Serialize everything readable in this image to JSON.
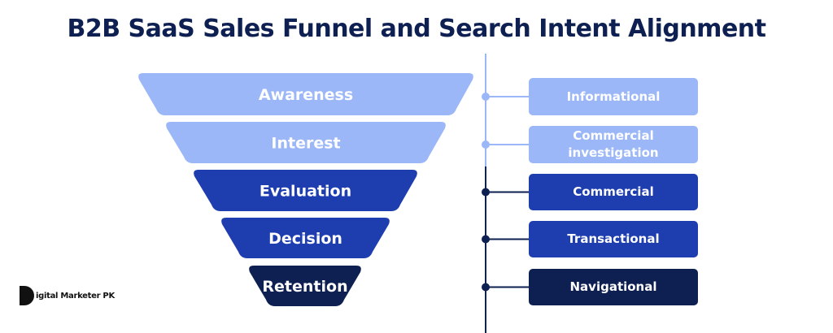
{
  "title": "B2B SaaS Sales Funnel and Search Intent Alignment",
  "colors": {
    "light": "#9bb7f7",
    "medium": "#1e3eb0",
    "dark": "#0e1f52",
    "line_light": "#9bb7f7",
    "line_dark": "#0e1f52"
  },
  "stages": [
    {
      "label": "Awareness",
      "color": "#9bb7f7"
    },
    {
      "label": "Interest",
      "color": "#9bb7f7"
    },
    {
      "label": "Evaluation",
      "color": "#1e3eb0"
    },
    {
      "label": "Decision",
      "color": "#1e3eb0"
    },
    {
      "label": "Retention",
      "color": "#0e1f52"
    }
  ],
  "intents": [
    {
      "label": "Informational",
      "color": "#9bb7f7"
    },
    {
      "label": "Commercial investigation",
      "color": "#9bb7f7"
    },
    {
      "label": "Commercial",
      "color": "#1e3eb0"
    },
    {
      "label": "Transactional",
      "color": "#1e3eb0"
    },
    {
      "label": "Navigational",
      "color": "#0e1f52"
    }
  ],
  "logo": {
    "text": "igital Marketer PK"
  }
}
